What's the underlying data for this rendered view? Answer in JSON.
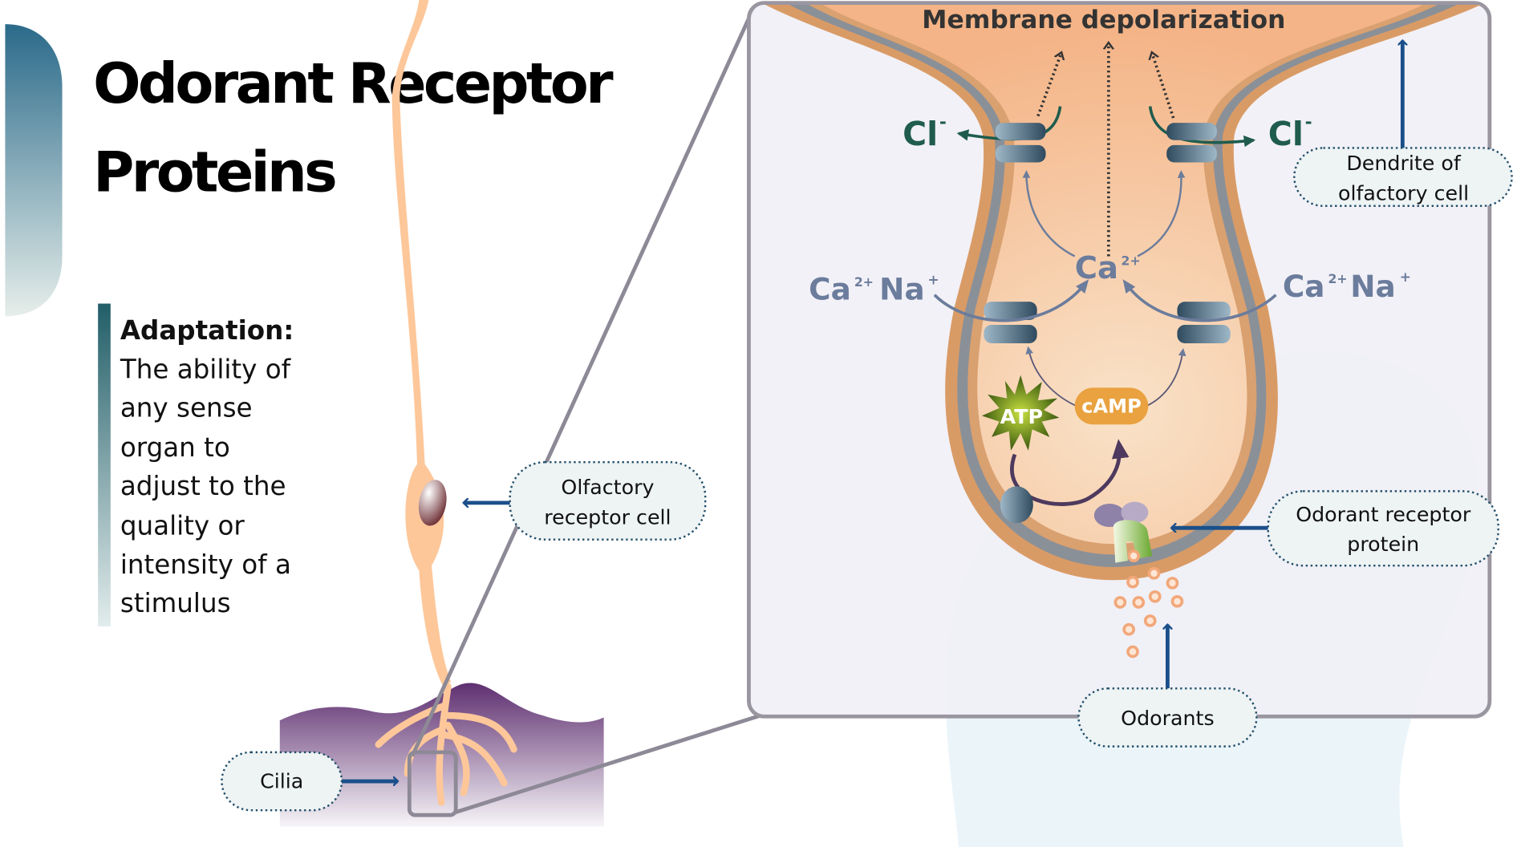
{
  "title": {
    "line1": "Odorant Receptor",
    "line2": "Proteins"
  },
  "definition": {
    "term": "Adaptation:",
    "lines": [
      "The ability of",
      "any sense",
      "organ to",
      "adjust to the",
      "quality or",
      "intensity of a",
      "stimulus"
    ]
  },
  "diagram": {
    "top_label": "Membrane depolarization",
    "ions": {
      "cl_left": "Cl",
      "cl_right": "Cl",
      "cl_charge": "-",
      "ca_center": "Ca",
      "ca_charge": "2+",
      "ca_left": "Ca",
      "na_left": "Na",
      "ca_right": "Ca",
      "na_right": "Na",
      "na_charge": "+"
    },
    "molecules": {
      "atp": "ATP",
      "camp": "cAMP"
    },
    "callouts": {
      "olfactory_cell": [
        "Olfactory",
        "receptor cell"
      ],
      "cilia": "Cilia",
      "dendrite": [
        "Dendrite of",
        "olfactory cell"
      ],
      "receptor_protein": [
        "Odorant receptor",
        "protein"
      ],
      "odorants": "Odorants"
    }
  },
  "colors": {
    "arrow": "#1a4f8a",
    "chloride": "#1f5c4e",
    "cation": "#6b7c9c",
    "neuron": "#fdc79a",
    "tissue": "#5e2f70",
    "camp": "#e9a23f",
    "atp": "#7fa020"
  }
}
